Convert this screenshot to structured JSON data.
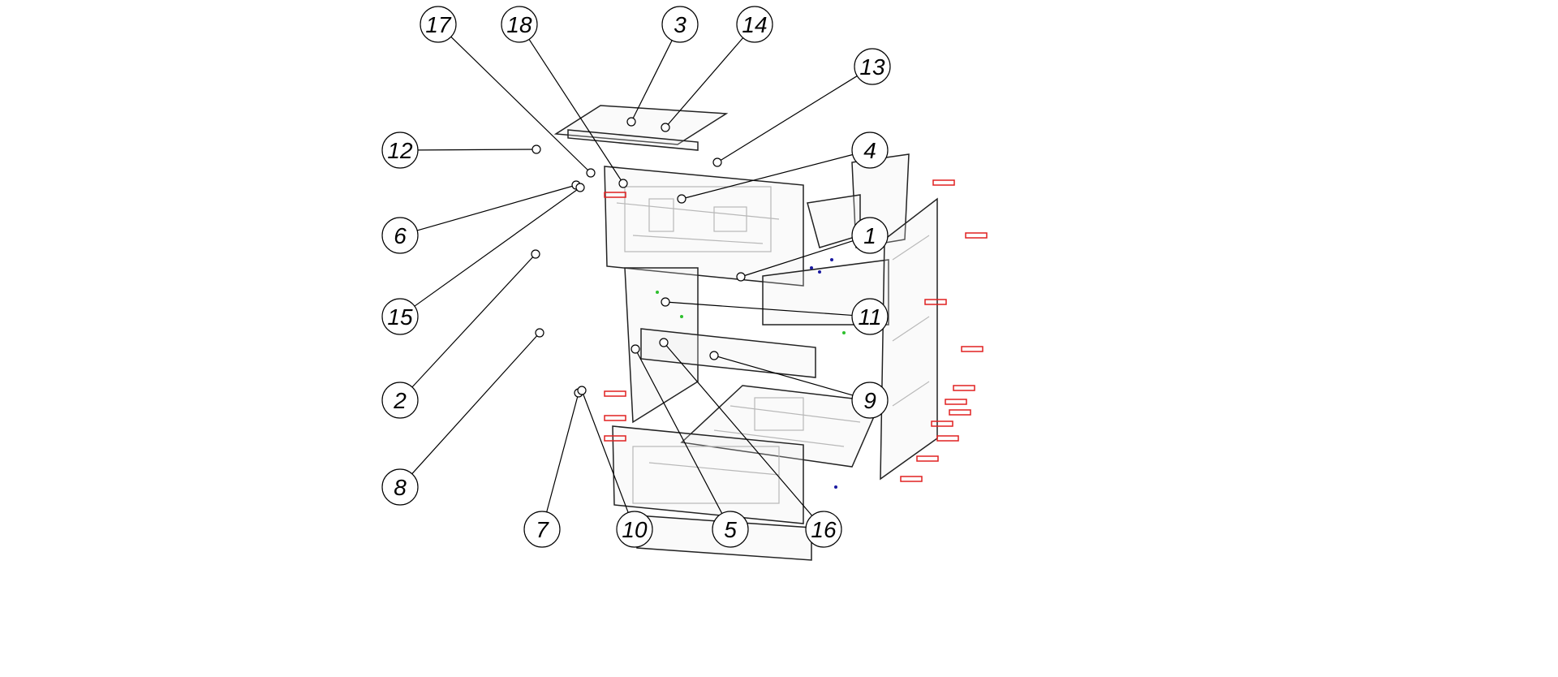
{
  "diagram": {
    "type": "exploded-assembly",
    "callouts": [
      "17",
      "18",
      "3",
      "14",
      "13",
      "12",
      "4",
      "6",
      "1",
      "15",
      "11",
      "2",
      "9",
      "8",
      "7",
      "10",
      "5",
      "16"
    ],
    "colors": {
      "screw": "#e02020",
      "dowel": "#1a1aa0",
      "green": "#2ec02e",
      "blue": "#2a7ae0"
    }
  }
}
